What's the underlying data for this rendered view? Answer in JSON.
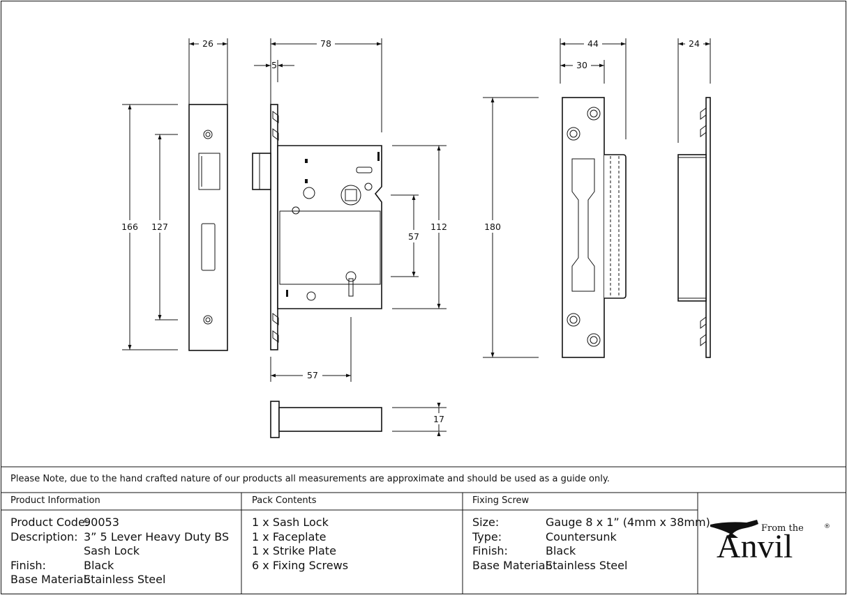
{
  "drawing": {
    "dimensions": {
      "faceplate_width": "26",
      "body_depth": "78",
      "forend_offset": "5",
      "faceplate_height": "166",
      "fixing_centres": "127",
      "case_height": "112",
      "follower_to_keyhole": "57",
      "backset": "57",
      "bolt_thickness": "17",
      "strike_height": "180",
      "strike_width": "44",
      "strike_inner": "30",
      "strike_depth": "24"
    }
  },
  "note": "Please Note, due to the hand crafted nature of our products all measurements are approximate and should be used as a guide only.",
  "product_info": {
    "title": "Product Information",
    "rows": [
      {
        "label": "Product Code:",
        "value": "90053"
      },
      {
        "label": "Description:",
        "value": "3” 5 Lever Heavy Duty BS"
      },
      {
        "label": "",
        "value": "Sash Lock"
      },
      {
        "label": "Finish:",
        "value": "Black"
      },
      {
        "label": "Base Material:",
        "value": "Stainless Steel"
      }
    ]
  },
  "pack_contents": {
    "title": "Pack Contents",
    "items": [
      "1 x Sash Lock",
      "1 x Faceplate",
      "1 x Strike Plate",
      "6 x Fixing Screws"
    ]
  },
  "fixing_screw": {
    "title": "Fixing Screw",
    "rows": [
      {
        "label": "Size:",
        "value": "Gauge 8 x 1” (4mm x 38mm)"
      },
      {
        "label": "Type:",
        "value": "Countersunk"
      },
      {
        "label": "Finish:",
        "value": "Black"
      },
      {
        "label": "Base Material:",
        "value": "Stainless Steel"
      }
    ]
  },
  "logo": {
    "small_text": "From the",
    "big_text": "Anvil",
    "mark": "®"
  }
}
